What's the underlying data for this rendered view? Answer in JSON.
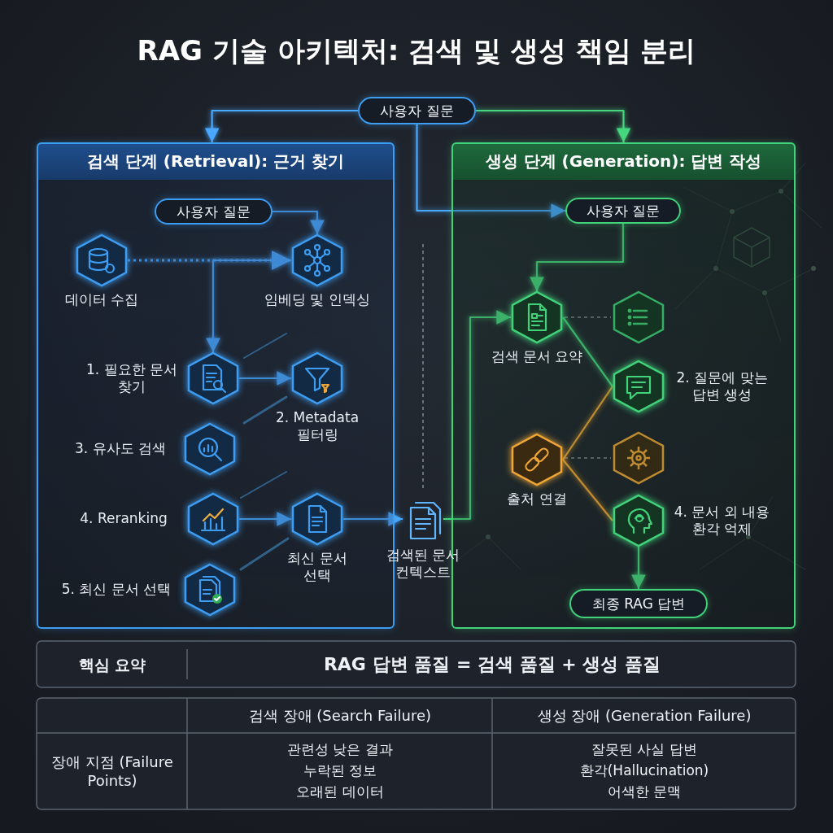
{
  "diagram": {
    "title": "RAG 기술 아키텍처: 검색 및 생성 책임 분리",
    "nodes": [
      {
        "text": [
          "사용자 질문"
        ]
      },
      {
        "text": [
          "검색 단계 (Retrieval): 근거 찾기"
        ]
      },
      {
        "text": [
          "생성 단계 (Generation): 답변 작성"
        ]
      },
      {
        "text": [
          "사용자 질문"
        ],
        "in": 1
      },
      {
        "text": [
          "데이터 수집"
        ],
        "in": 1
      },
      {
        "text": [
          "임베딩 및 인덱싱"
        ],
        "in": 1
      },
      {
        "text": [
          "1. 필요한 문서 찾기"
        ],
        "in": 1
      },
      {
        "text": [
          "2. Metadata 필터링"
        ],
        "in": 1
      },
      {
        "text": [
          "3. 유사도 검색"
        ],
        "in": 1
      },
      {
        "text": [
          "4. Reranking"
        ],
        "in": 1
      },
      {
        "text": [
          "최신 문서 선택"
        ],
        "in": 1
      },
      {
        "text": [
          "5. 최신 문서 선택"
        ],
        "in": 1
      },
      {
        "text": [
          "검색된 문서 컨텍스트"
        ]
      },
      {
        "text": [
          "사용자 질문"
        ],
        "in": 2
      },
      {
        "text": [
          "검색 문서 요약"
        ],
        "in": 2
      },
      {
        "text": [
          "2. 질문에 맞는 답변 생성"
        ],
        "in": 2
      },
      {
        "text": [
          "출처 연결"
        ],
        "in": 2
      },
      {
        "text": [
          "4. 문서 외 내용 환각 억제"
        ],
        "in": 2
      },
      {
        "text": [
          "최종 RAG 답변"
        ],
        "in": 2
      }
    ],
    "edges": [
      {
        "from": 0,
        "to": 1,
        "arrow": "to"
      },
      {
        "from": 0,
        "to": 2,
        "arrow": "to"
      },
      {
        "from": 0,
        "to": 13,
        "arrow": "to"
      },
      {
        "from": 3,
        "to": 5,
        "arrow": "to"
      },
      {
        "from": 4,
        "to": 5,
        "arrow": "to"
      },
      {
        "from": 5,
        "to": 6,
        "arrow": "to"
      },
      {
        "from": 6,
        "to": 7,
        "arrow": "to"
      },
      {
        "from": 9,
        "to": 10,
        "arrow": "to"
      },
      {
        "from": 10,
        "to": 12,
        "arrow": "to"
      },
      {
        "from": 12,
        "to": 14,
        "arrow": "to"
      },
      {
        "from": 13,
        "to": 14,
        "arrow": "to"
      },
      {
        "from": 14,
        "to": 15,
        "arrow": "none"
      },
      {
        "from": 15,
        "to": 16,
        "arrow": "none"
      },
      {
        "from": 16,
        "to": 17,
        "arrow": "none"
      },
      {
        "from": 17,
        "to": 18,
        "arrow": "to"
      }
    ],
    "labels": [
      "핵심 요약",
      "RAG 답변 품질 = 검색 품질 + 생성 품질",
      "검색 장애 (Search Failure)",
      "생성 장애 (Generation Failure)",
      "장애 지점 (Failure Points)",
      "관련성 낮은 결과",
      "누락된 정보",
      "오래된 데이터",
      "잘못된 사실 답변",
      "환각(Hallucination)",
      "어색한 문맥"
    ]
  }
}
